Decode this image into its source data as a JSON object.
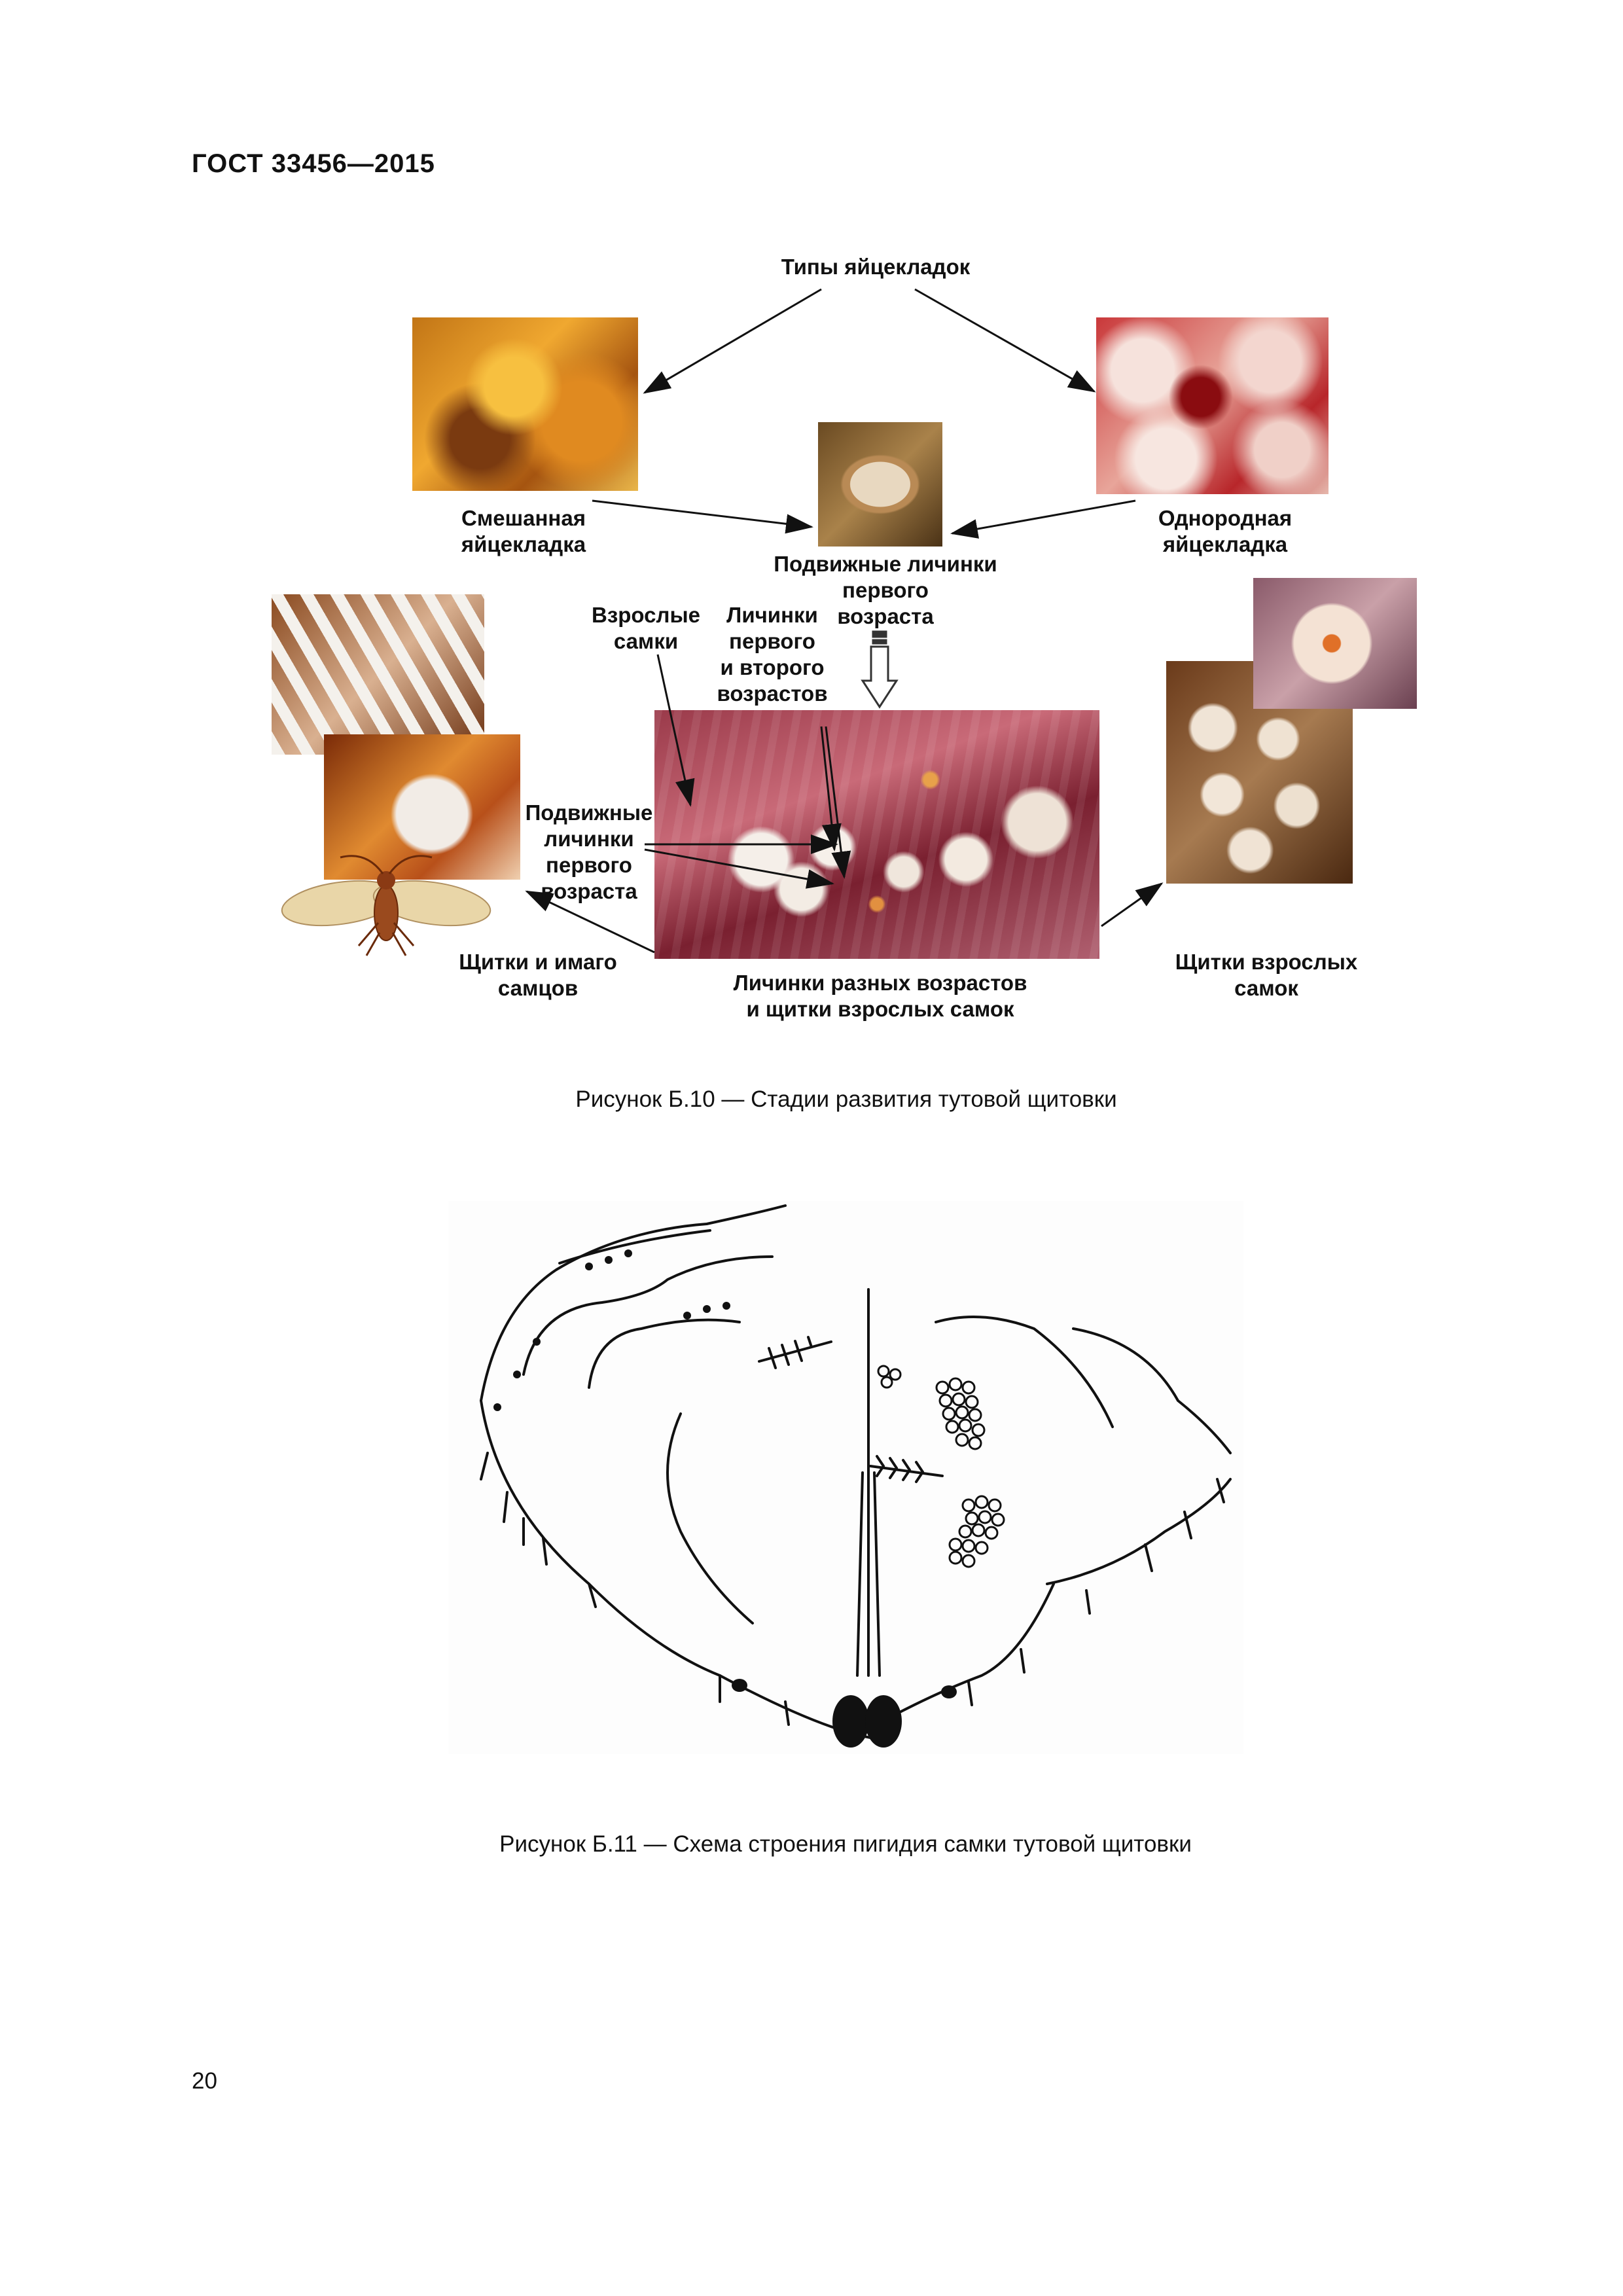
{
  "header": {
    "standard": "ГОСТ 33456—2015"
  },
  "figure_b10": {
    "labels": {
      "egg_types": "Типы яйцекладок",
      "mixed": "Смешанная\nяйцекладка",
      "homogeneous": "Однородная\nяйцекладка",
      "crawlers_top": "Подвижные личинки\nпервого\nвозраста",
      "adult_females": "Взрослые\nсамки",
      "larvae_1_2": "Личинки\nпервого\nи второго\nвозрастов",
      "crawlers_left": "Подвижные\nличинки\nпервого\nвозраста",
      "male_scales": "Щитки и имаго\nсамцов",
      "larvae_scales": "Личинки разных возрастов\nи щитки взрослых самок",
      "female_scales": "Щитки взрослых\nсамок"
    },
    "caption": "Рисунок Б.10 — Стадии развития тутовой щитовки"
  },
  "figure_b11": {
    "caption": "Рисунок Б.11 — Схема строения пигидия самки тутовой щитовки"
  },
  "page_number": "20"
}
